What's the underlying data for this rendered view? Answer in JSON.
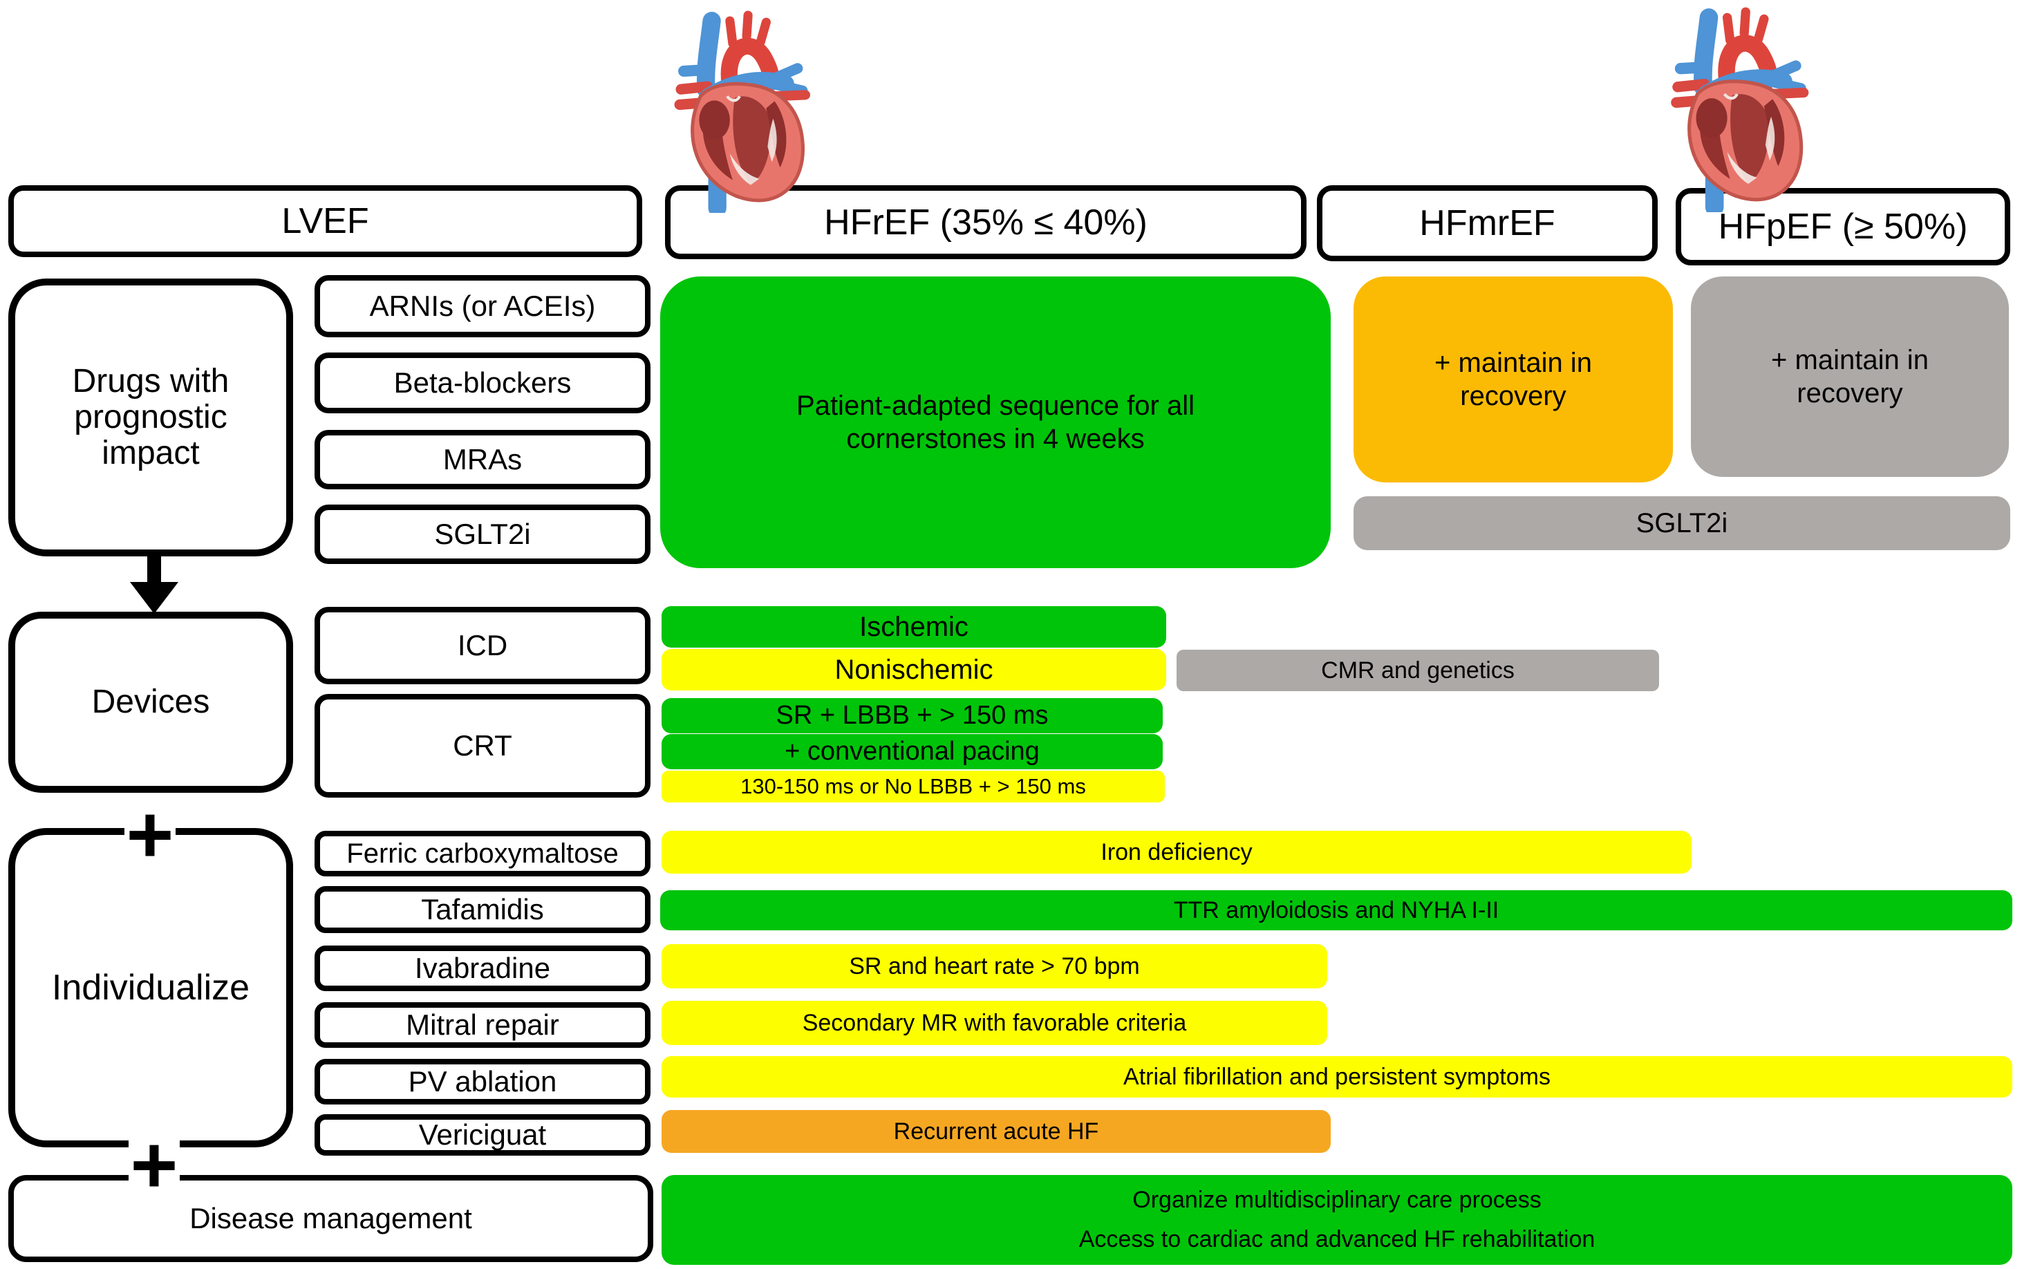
{
  "header": {
    "lvef": "LVEF",
    "hfref": "HFrEF (35% ≤ 40%)",
    "hfmref": "HFmrEF",
    "hfpef": "HFpEF (≥ 50%)"
  },
  "icons": {
    "heart": "anatomical-heart-cross-section",
    "arrow_down": "▼",
    "plus": "+"
  },
  "colors": {
    "green": "#00C40A",
    "yellow": "#FDFF00",
    "gray": "#ACA9A7",
    "orange_recovery": "#FBBB05",
    "orange_acute": "#F6A722",
    "outline": "#000000"
  },
  "drugs": {
    "group_label_lines": {
      "0": "Drugs with",
      "1": "prognostic",
      "2": "impact"
    },
    "items": {
      "0": "ARNIs (or ACEIs)",
      "1": "Beta-blockers",
      "2": "MRAs",
      "3": "SGLT2i"
    },
    "hfref_note": "Patient-adapted sequence for all cornerstones in 4 weeks",
    "hfmref_note": "+ maintain in recovery",
    "hfpef_note": "+ maintain in recovery",
    "sglt2i_bar": "SGLT2i"
  },
  "devices": {
    "group_label": "Devices",
    "icd_label": "ICD",
    "icd_green": "Ischemic",
    "icd_yellow": "Nonischemic",
    "icd_gray": "CMR and genetics",
    "crt_label": "CRT",
    "crt_green_line1": "SR + LBBB + > 150 ms",
    "crt_green_line2": "+ conventional pacing",
    "crt_yellow": "130-150 ms or No LBBB + > 150 ms"
  },
  "individualize": {
    "plus": "+",
    "group_label": "Individualize",
    "rows": [
      {
        "label": "Ferric carboxymaltose",
        "bar": "Iron deficiency"
      },
      {
        "label": "Tafamidis",
        "bar": "TTR amyloidosis and NYHA I-II"
      },
      {
        "label": "Ivabradine",
        "bar": "SR and heart rate > 70 bpm"
      },
      {
        "label": "Mitral repair",
        "bar": "Secondary MR with favorable criteria"
      },
      {
        "label": "PV ablation",
        "bar": "Atrial fibrillation and persistent symptoms"
      },
      {
        "label": "Vericiguat",
        "bar": "Recurrent acute HF"
      }
    ]
  },
  "disease_management": {
    "plus": "+",
    "label": "Disease management",
    "bar_line1": "Organize multidisciplinary care process",
    "bar_line2": "Access to cardiac and advanced HF rehabilitation"
  }
}
